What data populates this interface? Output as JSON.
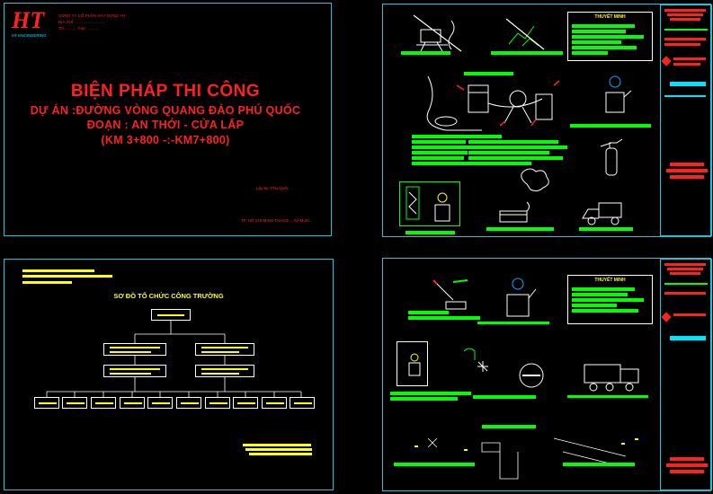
{
  "cover": {
    "logo_text": "HT",
    "logo_sub": "HT ENGINEERING",
    "company_lines": [
      "CÔNG TY CỔ PHẦN XÂY DỰNG HT",
      "ĐỊA CHỈ: ...........................",
      "Tel: ..........  Fax: .........."
    ],
    "title": "BIỆN PHÁP THI CÔNG",
    "project": "DỰ ÁN :ĐƯỜNG VÒNG QUANG ĐẢO PHÚ QUỐC",
    "segment": "ĐOẠN : AN THỚI - CỬA LẤP",
    "km": "(KM 3+800 -:-KM7+800)",
    "note_small": "Lập tại: Phú Quốc",
    "footer_small": "TP. HỒ CHÍ MINH THÁNG ... NĂM 20..."
  },
  "org": {
    "title": "SƠ ĐỒ TỔ CHỨC CÔNG TRƯỜNG",
    "top_box": "",
    "mid_left": "",
    "mid_right": "",
    "sub_left": "",
    "sub_right": "",
    "bottom_count": 10
  },
  "safety1": {
    "thuyet_minh": "THUYẾT MINH"
  },
  "safety2": {
    "thuyet_minh": "THUYẾT MINH"
  },
  "colors": {
    "frame": "#19c5d8",
    "accent_red": "#ff2020",
    "accent_yellow": "#ffff00",
    "accent_green": "#00ff00"
  }
}
